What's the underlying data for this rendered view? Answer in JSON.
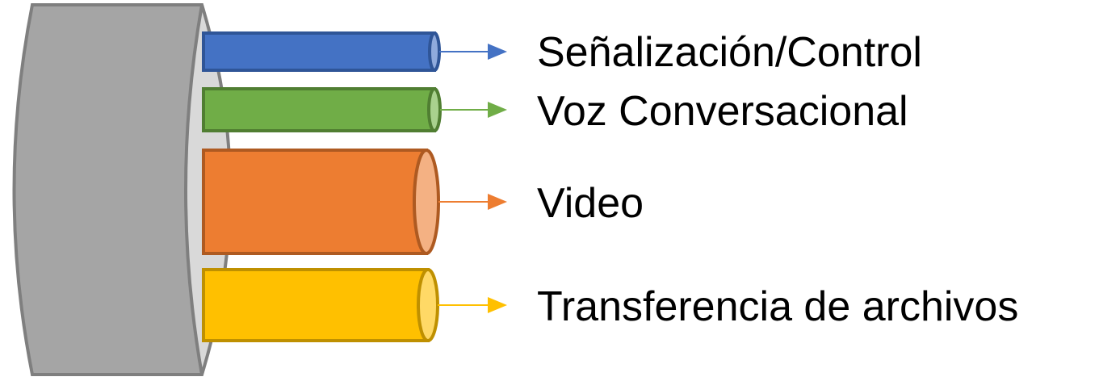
{
  "channels": [
    {
      "label": "Señalización/Control",
      "fill": "#4472C4",
      "stroke": "#2F5597",
      "cap": "#8FAADC"
    },
    {
      "label": "Voz Conversacional",
      "fill": "#70AD47",
      "stroke": "#507E32",
      "cap": "#A9D18E"
    },
    {
      "label": "Video",
      "fill": "#ED7D31",
      "stroke": "#AE5A21",
      "cap": "#F4B183"
    },
    {
      "label": "Transferencia de archivos",
      "fill": "#FFC000",
      "stroke": "#BF9000",
      "cap": "#FFD966"
    }
  ],
  "cable": {
    "outer_fill": "#A5A5A5",
    "outer_stroke": "#7F7F7F",
    "face_fill": "#D9D9D9"
  }
}
